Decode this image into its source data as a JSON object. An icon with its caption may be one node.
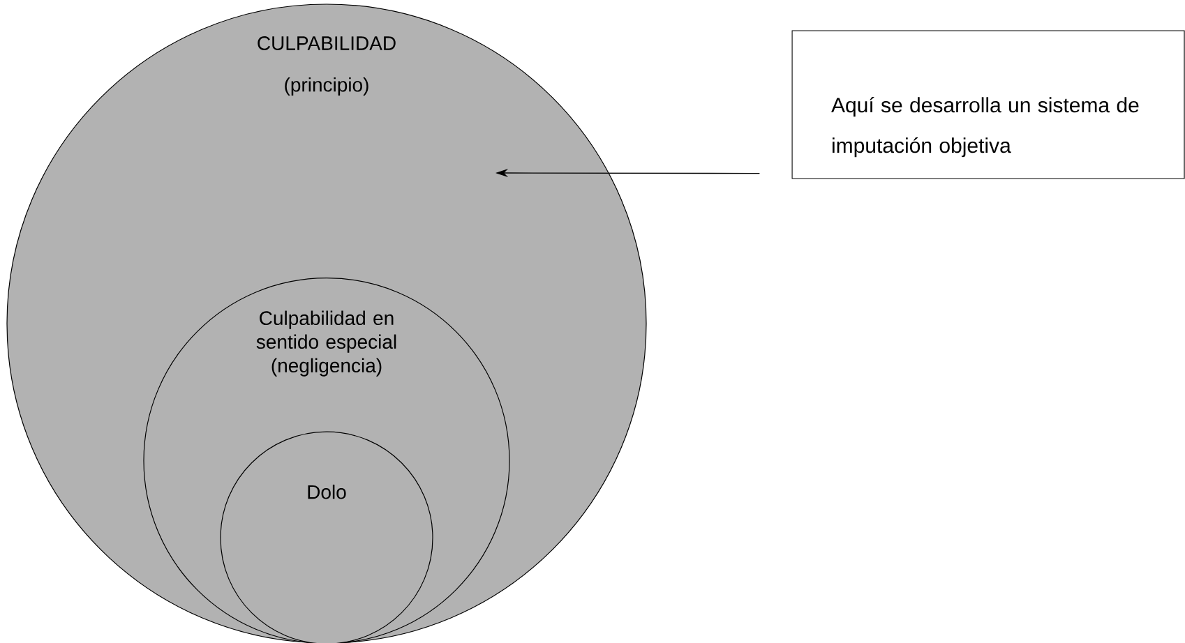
{
  "diagram": {
    "nodes": [
      {
        "text": [
          "CULPABILIDAD",
          "(principio)"
        ]
      },
      {
        "text": [
          "Culpabilidad en sentido especial (negligencia)"
        ],
        "in": 0
      },
      {
        "text": [
          "Dolo"
        ],
        "in": 1
      },
      {
        "text": [
          "Aquí se desarrolla un sistema de imputación objetiva"
        ]
      }
    ],
    "edges": [
      {
        "from": 3,
        "to": 0,
        "arrow": "to"
      }
    ]
  }
}
